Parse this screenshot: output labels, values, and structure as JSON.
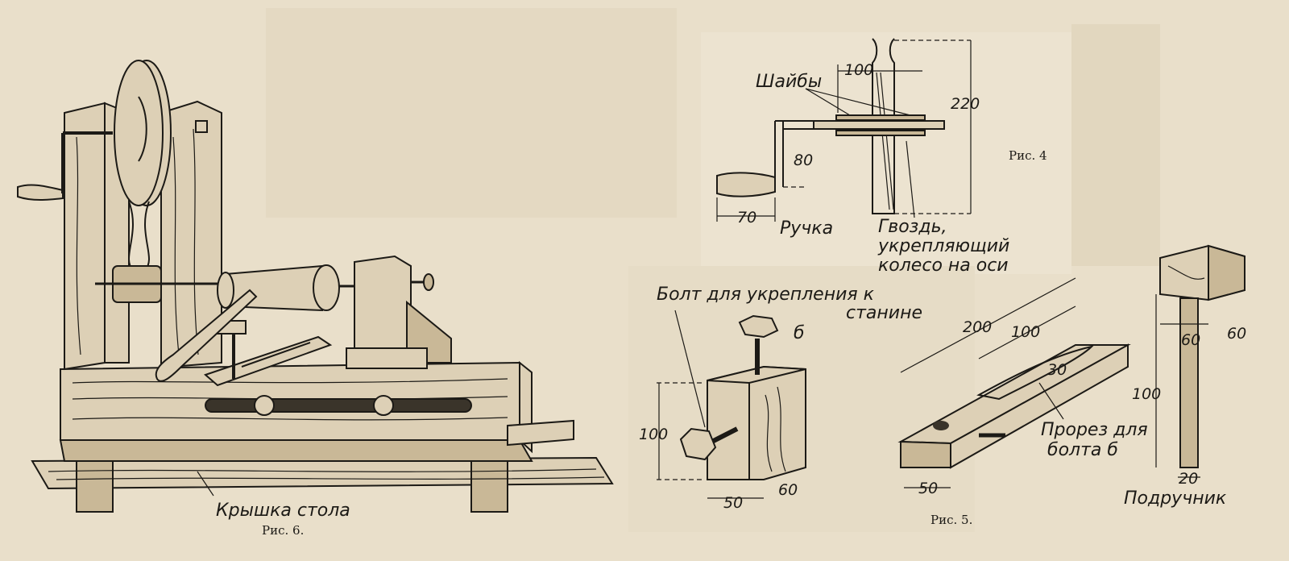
{
  "figure6": {
    "caption": "Рис. 6.",
    "table_top_label": "Крышка стола"
  },
  "figure4": {
    "caption": "Рис. 4",
    "washers_label": "Шайбы",
    "handle_label": "Ручка",
    "nail_label_line1": "Гвоздь,",
    "nail_label_line2": "укрепляющий",
    "nail_label_line3": "колесо на оси",
    "dim_100": "100",
    "dim_220": "220",
    "dim_80": "80",
    "dim_70": "70"
  },
  "figure5": {
    "caption": "Рис. 5.",
    "bolt_label_line1": "Болт для укрепления к",
    "bolt_label_line2": "станине",
    "bolt_mark": "б",
    "block_dim_height": "100",
    "block_dim_width": "50",
    "block_dim_depth": "60",
    "slide_dim_length": "200",
    "slide_dim_slot": "100",
    "slide_dim_30": "30",
    "slide_dim_width": "50",
    "slot_label_line1": "Прорез для",
    "slot_label_line2": "болта б",
    "rest_dim_height": "100",
    "rest_dim_60a": "60",
    "rest_dim_60b": "60",
    "rest_dim_20": "20",
    "rest_label": "Подручник"
  },
  "colors": {
    "paper": "#e9dfca",
    "ink": "#1c1a16",
    "wood": "#ddd0b6"
  }
}
